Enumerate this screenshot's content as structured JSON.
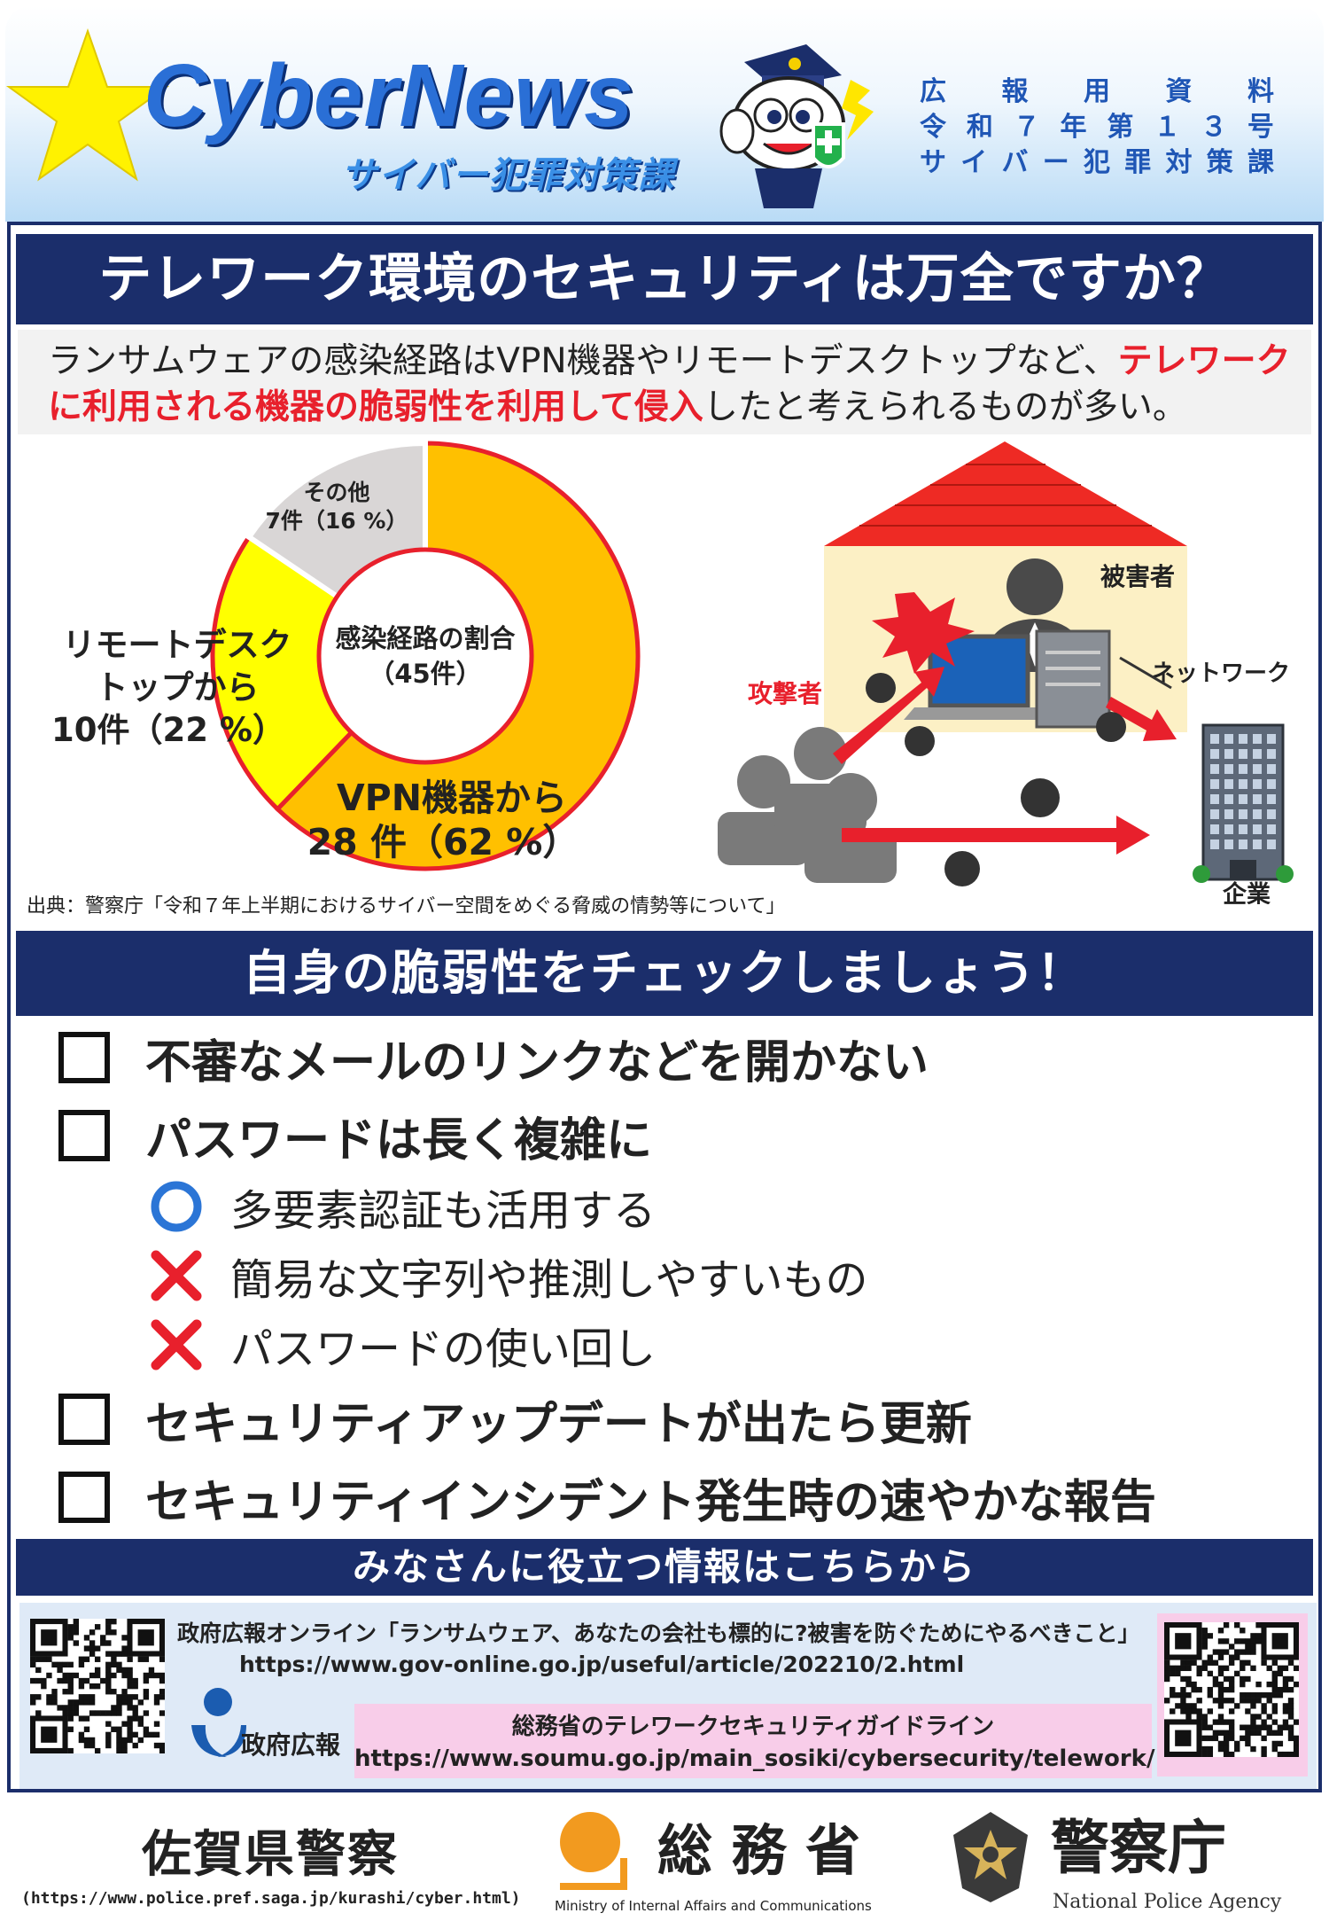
{
  "header": {
    "logo": "CyberNews",
    "logo_sub": "サイバー犯罪対策課",
    "issue_lines": [
      [
        "広",
        "報",
        "用",
        "資",
        "料"
      ],
      [
        "令",
        "和",
        "７",
        "年",
        "第",
        "１",
        "３",
        "号"
      ],
      [
        "サ",
        "イ",
        "バ",
        "ー",
        "犯",
        "罪",
        "対",
        "策",
        "課"
      ]
    ]
  },
  "headline": "テレワーク環境のセキュリティは万全ですか？",
  "intro": {
    "part1": "ランサムウェアの感染経路はVPN機器やリモートデスクトップなど、",
    "highlight": "テレワークに利用される機器の脆弱性を利用して侵入",
    "part2": "したと考えられるものが多い。"
  },
  "chart_data": {
    "type": "pie",
    "style": "donut",
    "center_label_line1": "感染経路の割合",
    "center_label_line2": "（45件）",
    "slices": [
      {
        "label_line1": "VPN機器から",
        "label_line2": "28 件（62 %）",
        "value": 28,
        "percent": 62,
        "color": "#ffc000"
      },
      {
        "label_line1": "リモートデスク",
        "label_line1b": "トップから",
        "label_line2": "10件（22 %）",
        "value": 10,
        "percent": 22,
        "color": "#ffff00"
      },
      {
        "label_line1": "その他",
        "label_line2": "7件（16 %）",
        "value": 7,
        "percent": 16,
        "color": "#d9d6d6"
      }
    ],
    "ring_edge_color": "#e8202c"
  },
  "diagram": {
    "victim": "被害者",
    "attacker": "攻撃者",
    "network": "ネットワーク",
    "company": "企業"
  },
  "source": "出典：警察庁「令和７年上半期におけるサイバー空間をめぐる脅威の情勢等について」",
  "check_heading": "自身の脆弱性をチェックしましょう！",
  "checklist": [
    "不審なメールのリンクなどを開かない",
    "パスワードは長く複雑に",
    "セキュリティアップデートが出たら更新",
    "セキュリティインシデント発生時の速やかな報告"
  ],
  "password_tips": [
    {
      "mark": "circle",
      "text": "多要素認証も活用する"
    },
    {
      "mark": "cross",
      "text": "簡易な文字列や推測しやすいもの"
    },
    {
      "mark": "cross",
      "text": "パスワードの使い回し"
    }
  ],
  "info": {
    "heading": "みなさんに役立つ情報はこちらから",
    "gov_title": "政府広報オンライン「ランサムウェア、あなたの会社も標的に?被害を防ぐためにやるべきこと」",
    "gov_url": "https://www.gov-online.go.jp/useful/article/202210/2.html",
    "gov_logo_text": "政府広報",
    "soumu_title": "総務省のテレワークセキュリティガイドライン",
    "soumu_url": "https://www.soumu.go.jp/main_sosiki/cybersecurity/telework/"
  },
  "footer": {
    "saga": "佐賀県警察",
    "saga_url": "(https://www.police.pref.saga.jp/kurashi/cyber.html)",
    "soumu": "総 務 省",
    "soumu_en": "Ministry of Internal Affairs and Communications",
    "npa": "警察庁",
    "npa_en": "National Police Agency"
  },
  "colors": {
    "navy": "#1b2e6b",
    "red": "#e8202c",
    "orange": "#ffc000",
    "yellow": "#ffff00",
    "gray": "#d9d6d6",
    "blue": "#2a6fd6"
  }
}
